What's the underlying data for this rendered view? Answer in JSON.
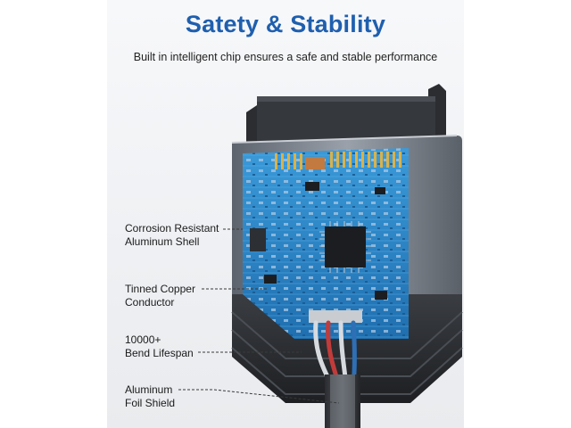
{
  "header": {
    "title": "Satety & Stability",
    "subtitle": "Built in intelligent chip ensures a safe and stable performance"
  },
  "callouts": [
    {
      "line1": "Corrosion Resistant",
      "line2": "Aluminum Shell"
    },
    {
      "line1": "Tinned Copper",
      "line2": "Conductor"
    },
    {
      "line1": "10000+",
      "line2": "Bend Lifespan"
    },
    {
      "line1": "Aluminum",
      "line2": "Foil Shield"
    }
  ],
  "colors": {
    "title": "#1f5fae",
    "pcb": "#2a86c8",
    "shell": "#6f7680",
    "connector": "#2b2d31"
  }
}
